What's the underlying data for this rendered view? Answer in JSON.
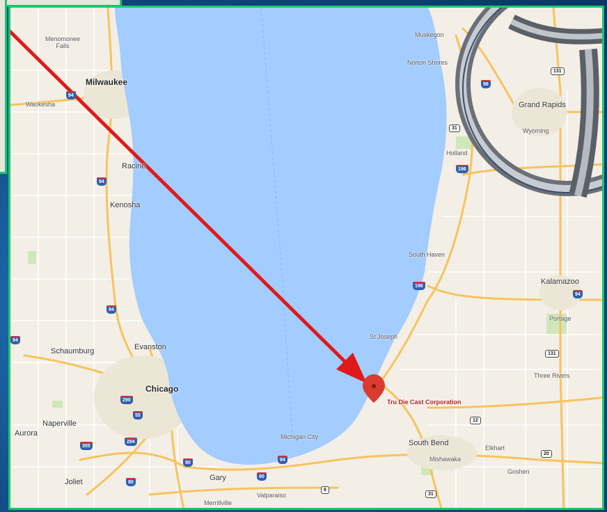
{
  "map": {
    "cities": [
      {
        "id": "menomonee-falls",
        "name": "Menomonee\nFalls",
        "size": "small"
      },
      {
        "id": "milwaukee",
        "name": "Milwaukee",
        "size": "major"
      },
      {
        "id": "waukesha",
        "name": "Waukesha",
        "size": "small"
      },
      {
        "id": "racine",
        "name": "Racine",
        "size": "mid"
      },
      {
        "id": "kenosha",
        "name": "Kenosha",
        "size": "mid"
      },
      {
        "id": "evanston",
        "name": "Evanston",
        "size": "mid"
      },
      {
        "id": "schaumburg",
        "name": "Schaumburg",
        "size": "mid"
      },
      {
        "id": "chicago",
        "name": "Chicago",
        "size": "major"
      },
      {
        "id": "naperville",
        "name": "Naperville",
        "size": "mid"
      },
      {
        "id": "aurora",
        "name": "Aurora",
        "size": "mid"
      },
      {
        "id": "joliet",
        "name": "Joliet",
        "size": "mid"
      },
      {
        "id": "gary",
        "name": "Gary",
        "size": "mid"
      },
      {
        "id": "merrillville",
        "name": "Merrillville",
        "size": "small"
      },
      {
        "id": "valparaiso",
        "name": "Valparaiso",
        "size": "small"
      },
      {
        "id": "michigan-city",
        "name": "Michigan City",
        "size": "small"
      },
      {
        "id": "south-bend",
        "name": "South Bend",
        "size": "mid"
      },
      {
        "id": "mishawaka",
        "name": "Mishawaka",
        "size": "small"
      },
      {
        "id": "elkhart",
        "name": "Elkhart",
        "size": "small"
      },
      {
        "id": "goshen",
        "name": "Goshen",
        "size": "small"
      },
      {
        "id": "st-joseph",
        "name": "St Joseph",
        "size": "small"
      },
      {
        "id": "south-haven",
        "name": "South Haven",
        "size": "small"
      },
      {
        "id": "holland",
        "name": "Holland",
        "size": "small"
      },
      {
        "id": "muskegon",
        "name": "Muskegon",
        "size": "small"
      },
      {
        "id": "norton-shores",
        "name": "Norton Shores",
        "size": "small"
      },
      {
        "id": "grand-rapids",
        "name": "Grand Rapids",
        "size": "mid"
      },
      {
        "id": "wyoming",
        "name": "Wyoming",
        "size": "small"
      },
      {
        "id": "kalamazoo",
        "name": "Kalamazoo",
        "size": "mid"
      },
      {
        "id": "portage",
        "name": "Portage",
        "size": "small"
      },
      {
        "id": "three-rivers",
        "name": "Three Rivers",
        "size": "small"
      }
    ],
    "interstates": [
      "94",
      "94",
      "94",
      "94",
      "290",
      "55",
      "294",
      "355",
      "80",
      "90",
      "90",
      "94",
      "196",
      "196",
      "96",
      "94"
    ],
    "us_routes": [
      "131",
      "31",
      "131",
      "12",
      "20",
      "6",
      "31"
    ],
    "marker": {
      "label": "Tru Die Cast Corporation",
      "color": "#d93b30"
    },
    "colors": {
      "water": "#a3ccff",
      "land": "#f3efe6",
      "major_road": "#f6c35e",
      "arrow": "#e01a1a",
      "frame": "#19c86a"
    }
  }
}
